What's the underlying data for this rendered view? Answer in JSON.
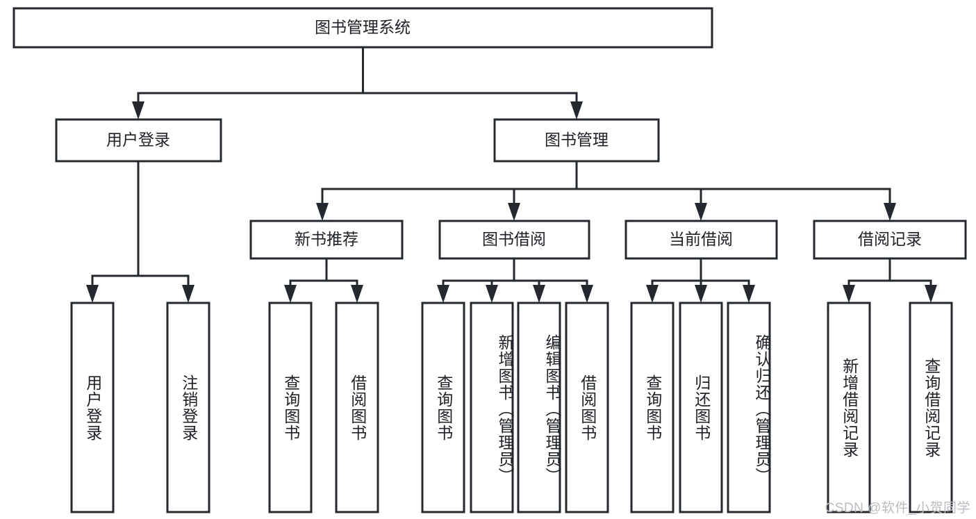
{
  "diagram": {
    "type": "tree-hierarchy",
    "title": "图书管理系统",
    "orientation": "top-down",
    "colors": {
      "stroke": "#23292f",
      "fill": "#ffffff",
      "text": "#1d2126",
      "watermark": "#b9bcc0"
    },
    "root": {
      "id": "root",
      "label": "图书管理系统"
    },
    "level2": [
      {
        "id": "user-login",
        "label": "用户登录"
      },
      {
        "id": "book-management",
        "label": "图书管理"
      }
    ],
    "level3": [
      {
        "id": "new-book-recommend",
        "label": "新书推荐",
        "parent": "book-management"
      },
      {
        "id": "book-borrow",
        "label": "图书借阅",
        "parent": "book-management"
      },
      {
        "id": "current-borrow",
        "label": "当前借阅",
        "parent": "book-management"
      },
      {
        "id": "borrow-record",
        "label": "借阅记录",
        "parent": "book-management"
      }
    ],
    "leaves": [
      {
        "id": "leaf-user-login",
        "label": "用户登录",
        "parent": "user-login"
      },
      {
        "id": "leaf-logout-login",
        "label": "注销登录",
        "parent": "user-login"
      },
      {
        "id": "leaf-query-book-1",
        "label": "查询图书",
        "parent": "new-book-recommend"
      },
      {
        "id": "leaf-borrow-book-1",
        "label": "借阅图书",
        "parent": "new-book-recommend"
      },
      {
        "id": "leaf-query-book-2",
        "label": "查询图书",
        "parent": "book-borrow"
      },
      {
        "id": "leaf-add-book",
        "label": "新增图书（管理员）",
        "parent": "book-borrow"
      },
      {
        "id": "leaf-edit-book",
        "label": "编辑图书（管理员）",
        "parent": "book-borrow"
      },
      {
        "id": "leaf-borrow-book-2",
        "label": "借阅图书",
        "parent": "book-borrow"
      },
      {
        "id": "leaf-query-book-3",
        "label": "查询图书",
        "parent": "current-borrow"
      },
      {
        "id": "leaf-return-book",
        "label": "归还图书",
        "parent": "current-borrow"
      },
      {
        "id": "leaf-confirm-return",
        "label": "确认归还（管理员）",
        "parent": "current-borrow"
      },
      {
        "id": "leaf-add-record",
        "label": "新增借阅记录",
        "parent": "borrow-record"
      },
      {
        "id": "leaf-query-record",
        "label": "查询借阅记录",
        "parent": "borrow-record"
      }
    ]
  },
  "watermark": {
    "text": "CSDN @软件_小贺同学"
  }
}
